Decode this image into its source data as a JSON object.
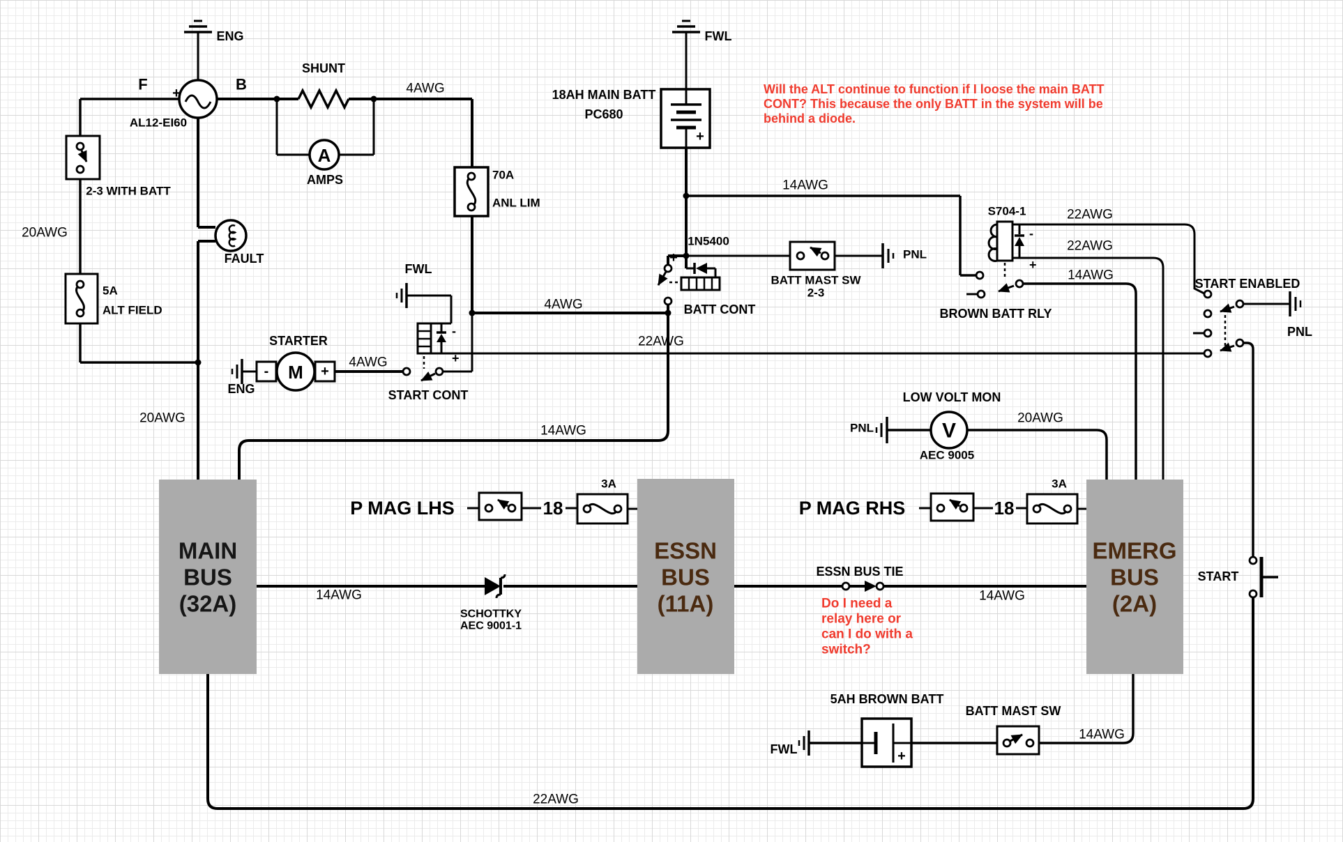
{
  "colors": {
    "wire": "#000000",
    "bus_fill": "#ababab",
    "bus_text_brown": "#4a2a10",
    "bus_text_dark": "#161616",
    "annotation_red": "#f03b2e",
    "grid_minor": "#ebebeb",
    "grid_major": "#d8d8d8"
  },
  "annotations": {
    "alt_question_l1": "Will the ALT continue to function if I loose the main BATT",
    "alt_question_l2": "CONT? This because the only BATT in the system will be",
    "alt_question_l3": "behind a diode.",
    "tie_question_l1": "Do I need a",
    "tie_question_l2": "relay here or",
    "tie_question_l3": "can I do with a",
    "tie_question_l4": "switch?"
  },
  "buses": {
    "main": {
      "l1": "MAIN",
      "l2": "BUS",
      "l3": "(32A)"
    },
    "essn": {
      "l1": "ESSN",
      "l2": "BUS",
      "l3": "(11A)"
    },
    "emerg": {
      "l1": "EMERG",
      "l2": "BUS",
      "l3": "(2A)"
    }
  },
  "labels": {
    "eng_top": "ENG",
    "fwl_top": "FWL",
    "f": "F",
    "b": "B",
    "alt_plus": "+",
    "alt_model": "AL12-EI60",
    "shunt": "SHUNT",
    "amps": "AMPS",
    "amps_a": "A",
    "awg4_top": "4AWG",
    "sw23": "2-3 WITH BATT",
    "awg20_left": "20AWG",
    "fuse_5a": "5A",
    "alt_field": "ALT FIELD",
    "fault": "FAULT",
    "anl_70a": "70A",
    "anl_lim": "ANL LIM",
    "main_batt_1": "18AH MAIN BATT",
    "main_batt_2": "PC680",
    "pc680_plus": "+",
    "awg14_top": "14AWG",
    "d1n5400": "1N5400",
    "batt_cont": "BATT CONT",
    "batt_cont_plus": "+",
    "batt_mast_sw_1": "BATT MAST SW",
    "batt_mast_sw_2": "2-3",
    "pnl_batt_mast": "PNL",
    "s704": "S704-1",
    "s704_minus": "-",
    "s704_plus": "+",
    "awg22_r1": "22AWG",
    "awg22_r2": "22AWG",
    "awg14_r3": "14AWG",
    "brown_batt_rly": "BROWN BATT RLY",
    "start_enabled": "START ENABLED",
    "pnl_start": "PNL",
    "fwl_start_cont": "FWL",
    "sc_minus": "-",
    "sc_plus": "+",
    "start_cont": "START CONT",
    "starter": "STARTER",
    "starter_m": "M",
    "starter_minus": "-",
    "starter_plus": "+",
    "eng_starter": "ENG",
    "awg4_starter": "4AWG",
    "awg22_mid": "22AWG",
    "awg20_main": "20AWG",
    "awg14_mid": "14AWG",
    "awg4_mid": "4AWG",
    "low_volt_mon": "LOW VOLT MON",
    "pnl_lv": "PNL",
    "volt_v": "V",
    "aec9005": "AEC 9005",
    "awg20_lv": "20AWG",
    "pmag_lhs": "P MAG LHS",
    "n18_l": "18",
    "fuse3a_l": "3A",
    "pmag_rhs": "P MAG RHS",
    "n18_r": "18",
    "fuse3a_r": "3A",
    "schottky_1": "SCHOTTKY",
    "schottky_2": "AEC 9001-1",
    "awg14_schottky": "14AWG",
    "essn_bus_tie": "ESSN BUS TIE",
    "awg14_tie": "14AWG",
    "start_btn": "START",
    "awg22_bottom": "22AWG",
    "brown_batt": "5AH BROWN BATT",
    "fwl_brown": "FWL",
    "batt_mast_sw_b": "BATT MAST SW",
    "awg14_brown": "14AWG",
    "brown_plus": "+"
  }
}
